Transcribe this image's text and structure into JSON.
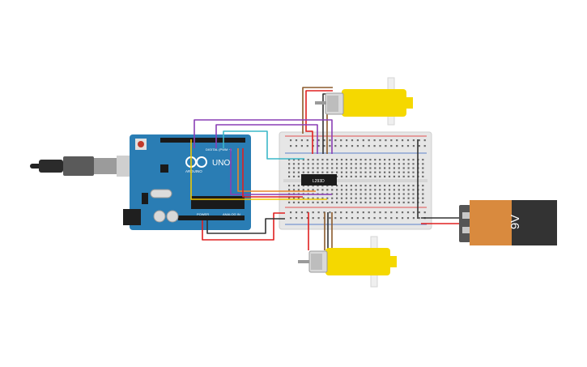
{
  "arduino": {
    "brand": "ARDUINO",
    "model": "UNO",
    "digital_label": "DIGITAL (PWM ~)",
    "power_label": "POWER",
    "analog_label": "ANALOG IN"
  },
  "breadboard": {
    "chip_label": "L293D"
  },
  "battery": {
    "label": "9V"
  },
  "colors": {
    "board_blue": "#2a7db4",
    "breadboard": "#e6e6e6",
    "motor_yellow": "#f5d800",
    "battery_orange": "#d98a3e",
    "battery_black": "#333333",
    "wire_red": "#e02020",
    "wire_purple": "#8a3fb5",
    "wire_cyan": "#3cb8c8",
    "wire_yellow": "#f0c800",
    "wire_black": "#333333",
    "wire_brown": "#8b5a2b",
    "wire_orange": "#e8862a"
  }
}
